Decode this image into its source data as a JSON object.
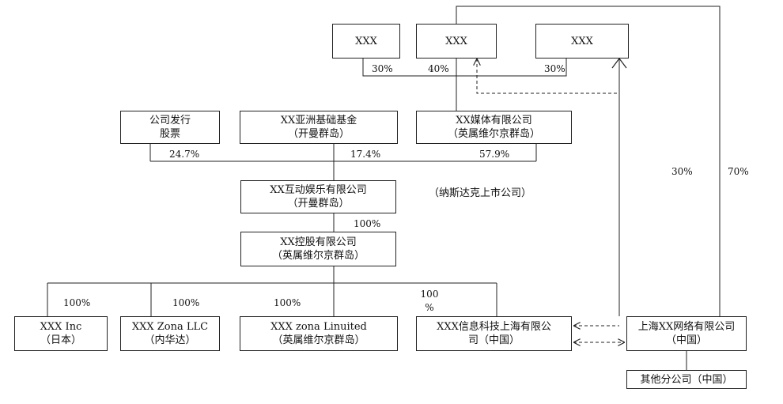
{
  "entities": {
    "xxx_a": "XXX",
    "xxx_b": "XXX",
    "xxx_c": "XXX",
    "shares_issued": "公司发行\n股票",
    "asia_fund": "XX亚洲基础基金\n（开曼群岛）",
    "media": "XX媒体有限公司\n（英属维尔京群岛）",
    "interactive": "XX互动娱乐有限公司\n（开曼群岛）",
    "nasdaq_note": "（纳斯达克上市公司）",
    "holding": "XX控股有限公司\n（英属维尔京群岛）",
    "inc_japan": "XXX Inc\n（日本）",
    "zona_llc": "XXX Zona LLC\n（内华达）",
    "zona_limited": "XXX zona Linuited\n（英属维尔京群岛）",
    "info_tech": "XXX信息科技上海有限公\n司（中国）",
    "network": "上海XX网络有限公司\n（中国）",
    "branches": "其他分公司（中国）"
  },
  "percentages": {
    "a_to_media": "30%",
    "b_to_media": "40%",
    "c_to_media": "30%",
    "shares_stake": "24.7%",
    "fund_stake": "17.4%",
    "media_stake": "57.9%",
    "interactive_to_holding": "100%",
    "to_inc": "100%",
    "to_llc": "100%",
    "to_limited": "100%",
    "to_infotech": "100\n%",
    "c_to_network": "30%",
    "b_to_network": "70%"
  }
}
